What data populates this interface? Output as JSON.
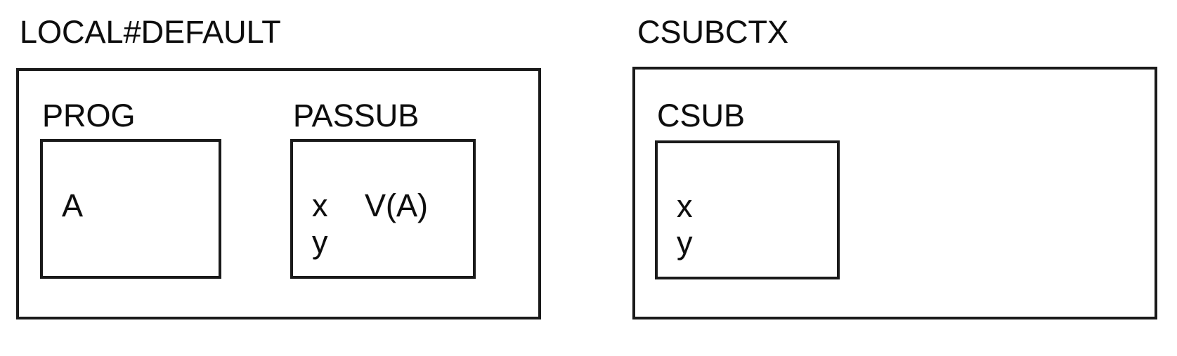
{
  "diagram": {
    "title": "storage-context-diagram",
    "colors": {
      "background": "#ffffff",
      "border": "#1a1a1a",
      "text": "#0d0d0d"
    },
    "contexts": [
      {
        "id": "local-default",
        "label": "LOCAL#DEFAULT",
        "blocks": [
          {
            "id": "prog",
            "label": "PROG",
            "rows": [
              {
                "name": "A",
                "value": ""
              }
            ]
          },
          {
            "id": "passub",
            "label": "PASSUB",
            "rows": [
              {
                "name": "x",
                "value": "V(A)"
              },
              {
                "name": "y",
                "value": ""
              }
            ]
          }
        ]
      },
      {
        "id": "csubctx",
        "label": "CSUBCTX",
        "blocks": [
          {
            "id": "csub",
            "label": "CSUB",
            "rows": [
              {
                "name": "x",
                "value": ""
              },
              {
                "name": "y",
                "value": ""
              }
            ]
          }
        ]
      }
    ]
  }
}
